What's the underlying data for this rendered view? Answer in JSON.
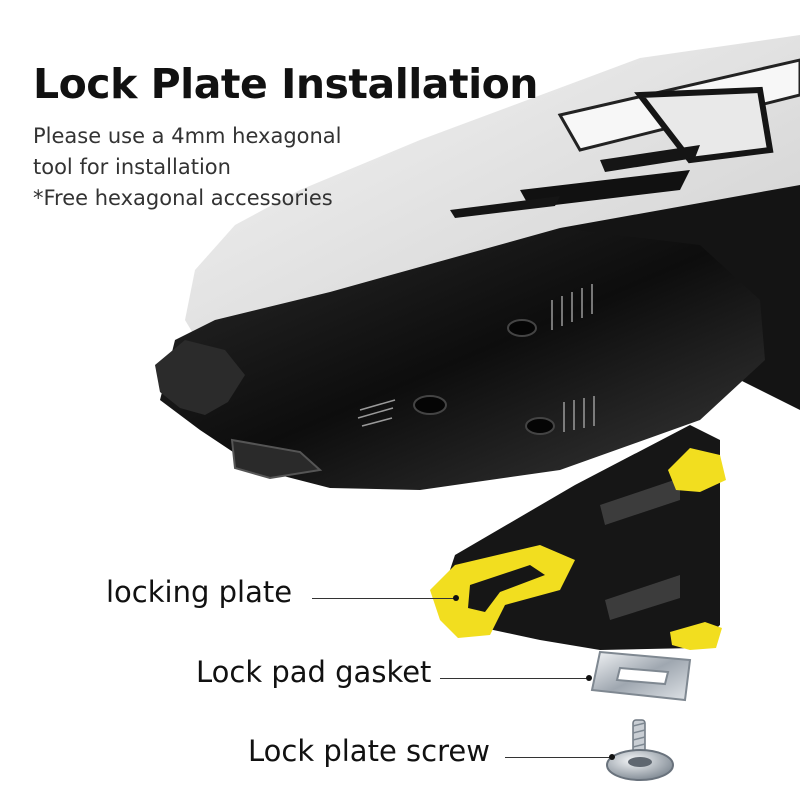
{
  "heading": {
    "title": "Lock Plate Installation",
    "line1": "Please use a 4mm hexagonal",
    "line2": "tool for installation",
    "line3": "*Free hexagonal accessories"
  },
  "callouts": {
    "locking_plate": "locking plate",
    "gasket": "Lock pad gasket",
    "screw": "Lock plate screw"
  },
  "colors": {
    "cleat_accent": "#f2de1f",
    "cleat_body": "#161616",
    "shoe_upper": "#e9e9e9",
    "sole": "#111111"
  }
}
